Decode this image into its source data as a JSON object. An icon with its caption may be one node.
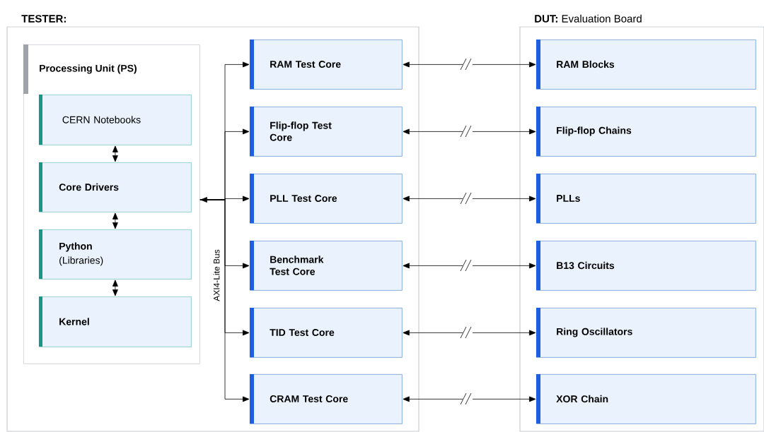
{
  "diagram": {
    "nodes": [
      {
        "text": [
          "TESTER:"
        ]
      },
      {
        "text": [
          "Processing Unit (PS)"
        ],
        "in": 0
      },
      {
        "text": [
          "CERN Notebooks"
        ],
        "in": 1
      },
      {
        "text": [
          "Core Drivers"
        ],
        "in": 1
      },
      {
        "text": [
          "Python",
          "(Libraries)"
        ],
        "in": 1
      },
      {
        "text": [
          "Kernel"
        ],
        "in": 1
      },
      {
        "text": [
          "RAM Test Core"
        ],
        "in": 0
      },
      {
        "text": [
          "Flip-flop Test Core"
        ],
        "in": 0
      },
      {
        "text": [
          "PLL Test Core"
        ],
        "in": 0
      },
      {
        "text": [
          "Benchmark Test Core"
        ],
        "in": 0
      },
      {
        "text": [
          "TID Test Core"
        ],
        "in": 0
      },
      {
        "text": [
          "CRAM Test Core"
        ],
        "in": 0
      },
      {
        "text": [
          "**DUT:** Evaluation Board"
        ]
      },
      {
        "text": [
          "RAM Blocks"
        ],
        "in": 12
      },
      {
        "text": [
          "Flip-flop Chains"
        ],
        "in": 12
      },
      {
        "text": [
          "PLLs"
        ],
        "in": 12
      },
      {
        "text": [
          "B13 Circuits"
        ],
        "in": 12
      },
      {
        "text": [
          "Ring Oscillators"
        ],
        "in": 12
      },
      {
        "text": [
          "XOR Chain"
        ],
        "in": 12
      }
    ],
    "edges": [
      {
        "from": 2,
        "to": 3,
        "arrow": "both"
      },
      {
        "from": 3,
        "to": 4,
        "arrow": "both"
      },
      {
        "from": 4,
        "to": 5,
        "arrow": "both"
      },
      {
        "from": 1,
        "to": 6,
        "arrow": "to"
      },
      {
        "from": 1,
        "to": 7,
        "arrow": "to"
      },
      {
        "from": 1,
        "to": 8,
        "arrow": "both"
      },
      {
        "from": 1,
        "to": 9,
        "arrow": "to"
      },
      {
        "from": 1,
        "to": 10,
        "arrow": "to"
      },
      {
        "from": 1,
        "to": 11,
        "arrow": "to"
      },
      {
        "from": 6,
        "to": 13,
        "arrow": "both"
      },
      {
        "from": 7,
        "to": 14,
        "arrow": "both"
      },
      {
        "from": 8,
        "to": 15,
        "arrow": "both"
      },
      {
        "from": 9,
        "to": 16,
        "arrow": "both"
      },
      {
        "from": 10,
        "to": 17,
        "arrow": "both"
      },
      {
        "from": 11,
        "to": 18,
        "arrow": "both"
      }
    ],
    "labels": [
      "AXI4-Lite Bus"
    ]
  }
}
